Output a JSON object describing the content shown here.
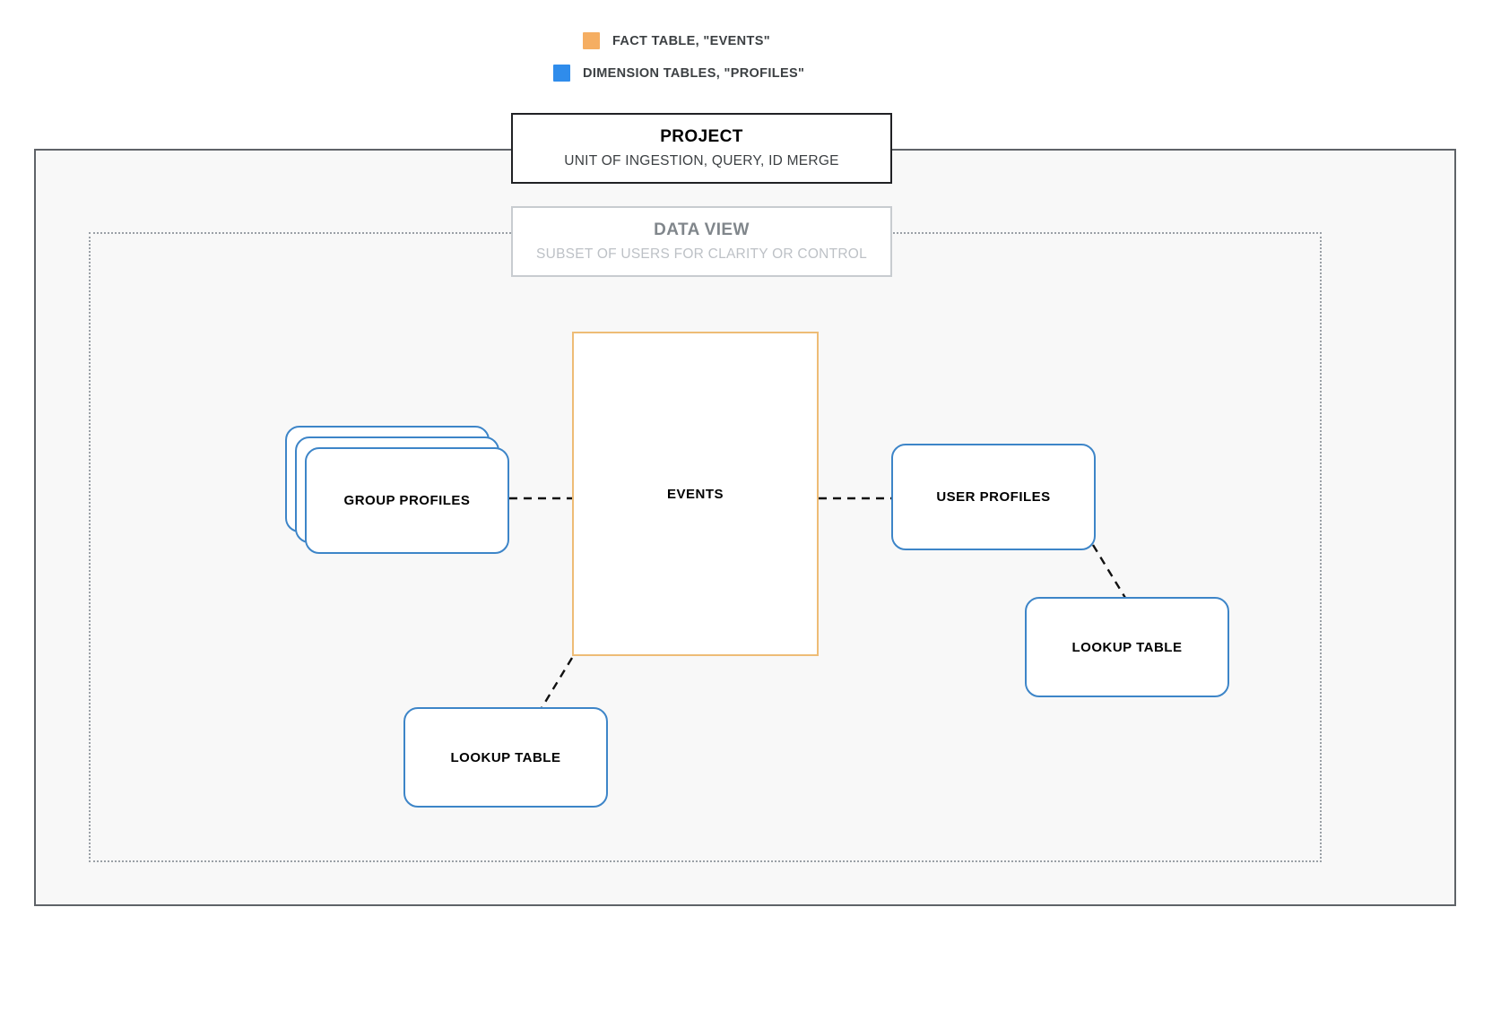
{
  "legend": {
    "items": [
      {
        "label": "FACT TABLE, \"EVENTS\"",
        "color": "#f5ae62",
        "icon": "square-swatch-icon"
      },
      {
        "label": "DIMENSION TABLES, \"PROFILES\"",
        "color": "#2f8ceb",
        "icon": "square-swatch-icon"
      }
    ]
  },
  "project": {
    "title": "PROJECT",
    "subtitle": "UNIT OF INGESTION, QUERY, ID MERGE",
    "border_color": "#202124",
    "fill_color": "#f8f8f8"
  },
  "data_view": {
    "title": "DATA VIEW",
    "subtitle": "SUBSET OF USERS FOR CLARITY OR CONTROL",
    "border_color": "#c8ccd0",
    "container_border_color": "#9aa0a6"
  },
  "nodes": {
    "events": {
      "label": "EVENTS",
      "type": "fact-table",
      "border_color": "#eebc76"
    },
    "group_profiles": {
      "label": "GROUP PROFILES",
      "type": "dimension-table-stack",
      "border_color": "#3d85c8",
      "stack_count": 3
    },
    "user_profiles": {
      "label": "USER PROFILES",
      "type": "dimension-table",
      "border_color": "#3d85c8"
    },
    "lookup_left": {
      "label": "LOOKUP TABLE",
      "type": "lookup-table",
      "border_color": "#3d85c8"
    },
    "lookup_right": {
      "label": "LOOKUP TABLE",
      "type": "lookup-table",
      "border_color": "#3d85c8"
    }
  },
  "connections": [
    {
      "from": "group_profiles",
      "to": "events",
      "style": "dashed"
    },
    {
      "from": "events",
      "to": "user_profiles",
      "style": "dashed"
    },
    {
      "from": "events",
      "to": "lookup_left",
      "style": "dashed"
    },
    {
      "from": "user_profiles",
      "to": "lookup_right",
      "style": "dashed"
    }
  ]
}
